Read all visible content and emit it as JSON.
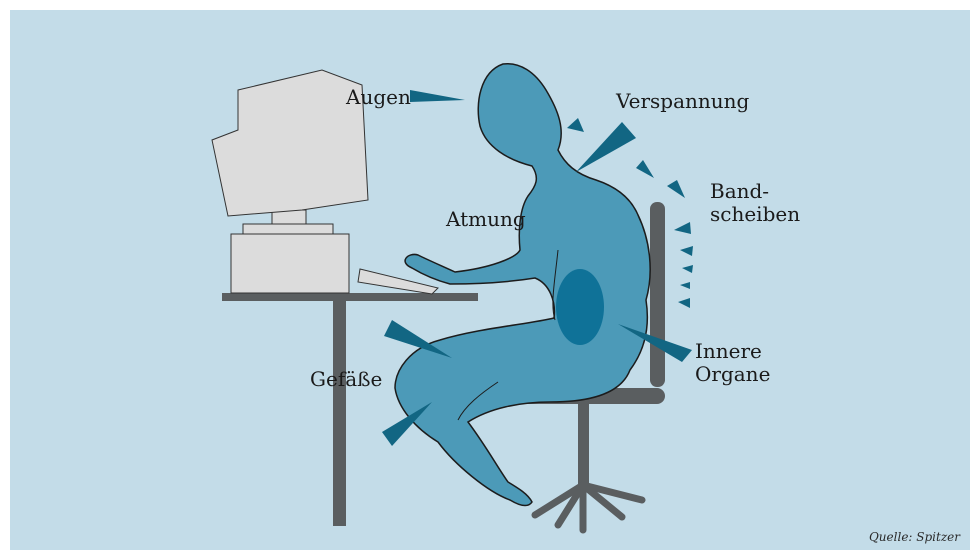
{
  "labels": {
    "augen": "Augen",
    "verspannung": "Verspannung",
    "atmung": "Atmung",
    "bandscheiben_line1": "Band-",
    "bandscheiben_line2": "scheiben",
    "innere_line1": "Innere",
    "innere_line2": "Organe",
    "gefaesse": "Gefäße"
  },
  "source": "Quelle: Spitzer",
  "colors": {
    "background": "#c3dce8",
    "figure": "#4c9ab8",
    "organ": "#0f7298",
    "arrow": "#126683",
    "furniture": "#5a5e60",
    "computer": "#dcdcdc"
  }
}
